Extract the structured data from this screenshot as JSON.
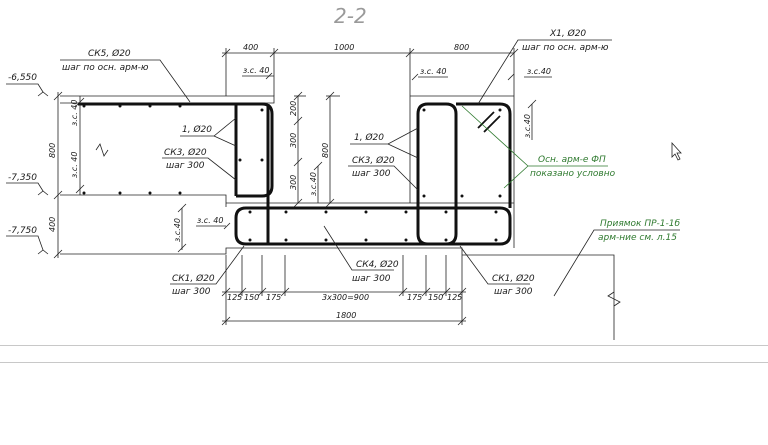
{
  "title": "2-2",
  "elevations": [
    "-6,550",
    "-7,350",
    "-7,750"
  ],
  "top_dims": [
    "400",
    "1000",
    "800"
  ],
  "bottom_dims": [
    "125",
    "150",
    "175",
    "3x300=900",
    "175",
    "150",
    "125"
  ],
  "bottom_total": "1800",
  "left_dims": [
    "800",
    "400"
  ],
  "cover_labels": [
    "з.с. 40",
    "з.с. 40",
    "з.с.40",
    "з.с. 40",
    "з.с. 40",
    "з.с.40",
    "з.с.40",
    "з.с. 40"
  ],
  "inner_dims": [
    "200",
    "300",
    "300",
    "800"
  ],
  "labels": {
    "ck5": "СК5, Ø20",
    "ck5_sub": "шаг по осн. арм-ю",
    "x1": "X1, Ø20",
    "x1_sub": "шаг по осн. арм-ю",
    "bar1_left": "1, Ø20",
    "ck3_left": "СК3, Ø20",
    "ck3_left_sub": "шаг 300",
    "bar1_mid": "1, Ø20",
    "ck3_mid": "СК3, Ø20",
    "ck3_mid_sub": "шаг 300",
    "ck4": "СК4, Ø20",
    "ck4_sub": "шаг 300",
    "ck1_left": "СК1, Ø20",
    "ck1_left_sub": "шаг 300",
    "ck1_right": "СК1, Ø20",
    "ck1_right_sub": "шаг 300",
    "main_arm": "Осн. арм-е ФП",
    "main_arm_sub": "показано условно",
    "pit": "Приямок ПР-1-1б",
    "pit_sub": "арм-ние см. л.15"
  },
  "colors": {
    "note_green": "#2f7a2f",
    "title_gray": "#9a9a9a",
    "line": "#111111"
  }
}
